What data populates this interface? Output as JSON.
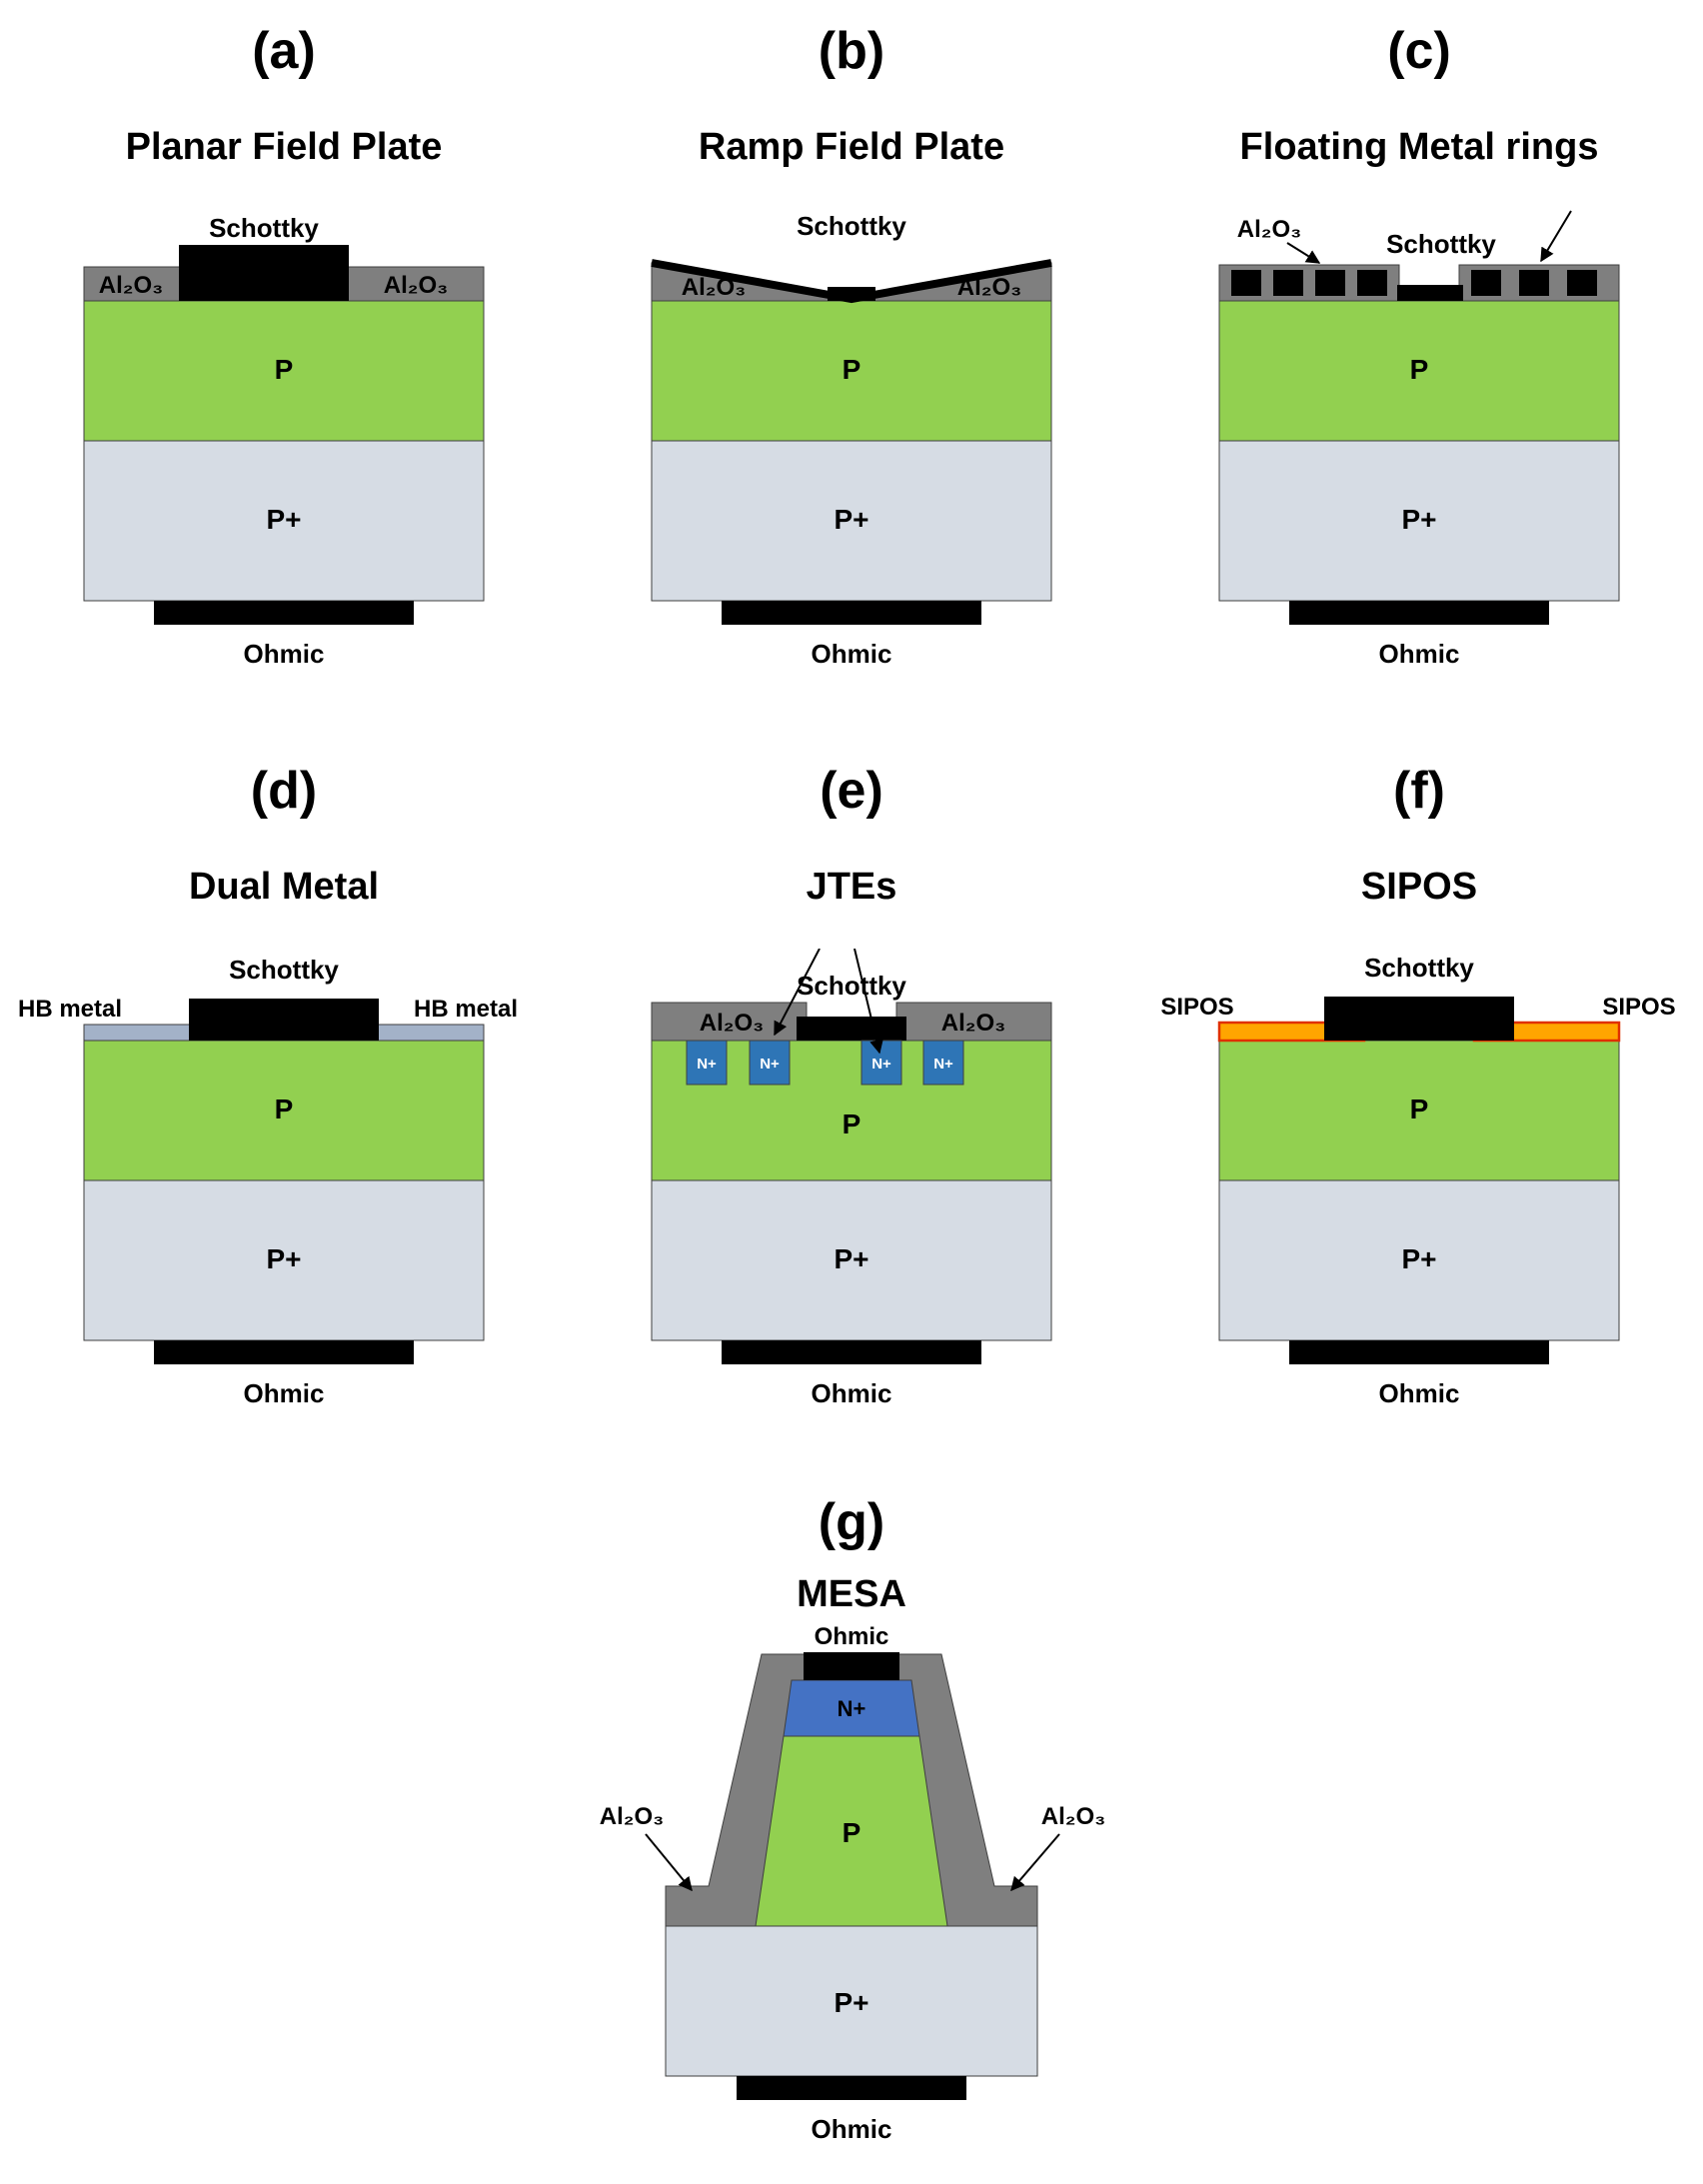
{
  "colors": {
    "p": "#92d050",
    "pplus": "#d6dce4",
    "oxide": "#7f7f7f",
    "metal": "#000000",
    "nplus_small": "#2e75b6",
    "nplus_mesa": "#4472c4",
    "hb_metal": "#a3b2c8",
    "sipos": "#ffa500"
  },
  "panels": {
    "a": {
      "letter": "(a)",
      "title": "Planar Field Plate",
      "labels": {
        "schottky": "Schottky",
        "oxide_left": "Al₂O₃",
        "oxide_right": "Al₂O₃",
        "p": "P",
        "pplus": "P+",
        "ohmic": "Ohmic"
      }
    },
    "b": {
      "letter": "(b)",
      "title": "Ramp Field Plate",
      "labels": {
        "schottky": "Schottky",
        "oxide_left": "Al₂O₃",
        "oxide_right": "Al₂O₃",
        "p": "P",
        "pplus": "P+",
        "ohmic": "Ohmic"
      }
    },
    "c": {
      "letter": "(c)",
      "title": "Floating Metal rings",
      "labels": {
        "oxide": "Al₂O₃",
        "schottky": "Schottky",
        "p": "P",
        "pplus": "P+",
        "ohmic": "Ohmic"
      }
    },
    "d": {
      "letter": "(d)",
      "title": "Dual Metal",
      "labels": {
        "hb_left": "HB metal",
        "hb_right": "HB metal",
        "schottky": "Schottky",
        "p": "P",
        "pplus": "P+",
        "ohmic": "Ohmic"
      }
    },
    "e": {
      "letter": "(e)",
      "title": "JTEs",
      "labels": {
        "oxide_left": "Al₂O₃",
        "oxide_right": "Al₂O₃",
        "schottky": "Schottky",
        "n1": "N+",
        "n2": "N+",
        "n3": "N+",
        "n4": "N+",
        "p": "P",
        "pplus": "P+",
        "ohmic": "Ohmic"
      }
    },
    "f": {
      "letter": "(f)",
      "title": "SIPOS",
      "labels": {
        "sipos_left": "SIPOS",
        "sipos_right": "SIPOS",
        "schottky": "Schottky",
        "p": "P",
        "pplus": "P+",
        "ohmic": "Ohmic"
      }
    },
    "g": {
      "letter": "(g)",
      "title": "MESA",
      "labels": {
        "ohmic_top": "Ohmic",
        "nplus": "N+",
        "p": "P",
        "pplus": "P+",
        "ohmic_bottom": "Ohmic",
        "oxide_left": "Al₂O₃",
        "oxide_right": "Al₂O₃"
      }
    }
  }
}
